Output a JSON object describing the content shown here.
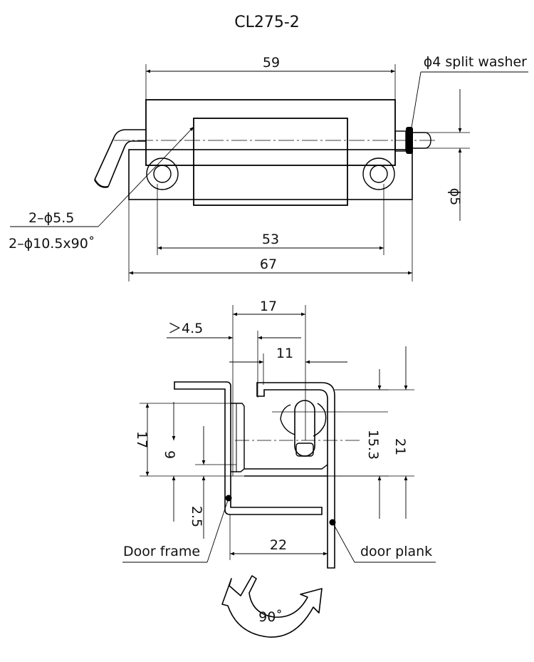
{
  "title": "CL275-2",
  "top_view": {
    "dim_59": "59",
    "washer_label": "ϕ4 split washer",
    "dim_phi5": "ϕ5",
    "hole_label_1": "2–ϕ5.5",
    "hole_label_2": "2–ϕ10.5x90˚",
    "dim_53": "53",
    "dim_67": "67"
  },
  "side_view": {
    "dim_17_top": "17",
    "dim_gt45": "＞4.5",
    "dim_11": "11",
    "dim_17_left": "17",
    "dim_9": "9",
    "dim_25": "2.5",
    "dim_153": "15.3",
    "dim_21": "21",
    "dim_22": "22",
    "door_frame": "Door frame",
    "door_plank": "door plank",
    "rotation": "90˚"
  },
  "colors": {
    "line": "#000000",
    "text": "#111111",
    "background": "#ffffff"
  }
}
